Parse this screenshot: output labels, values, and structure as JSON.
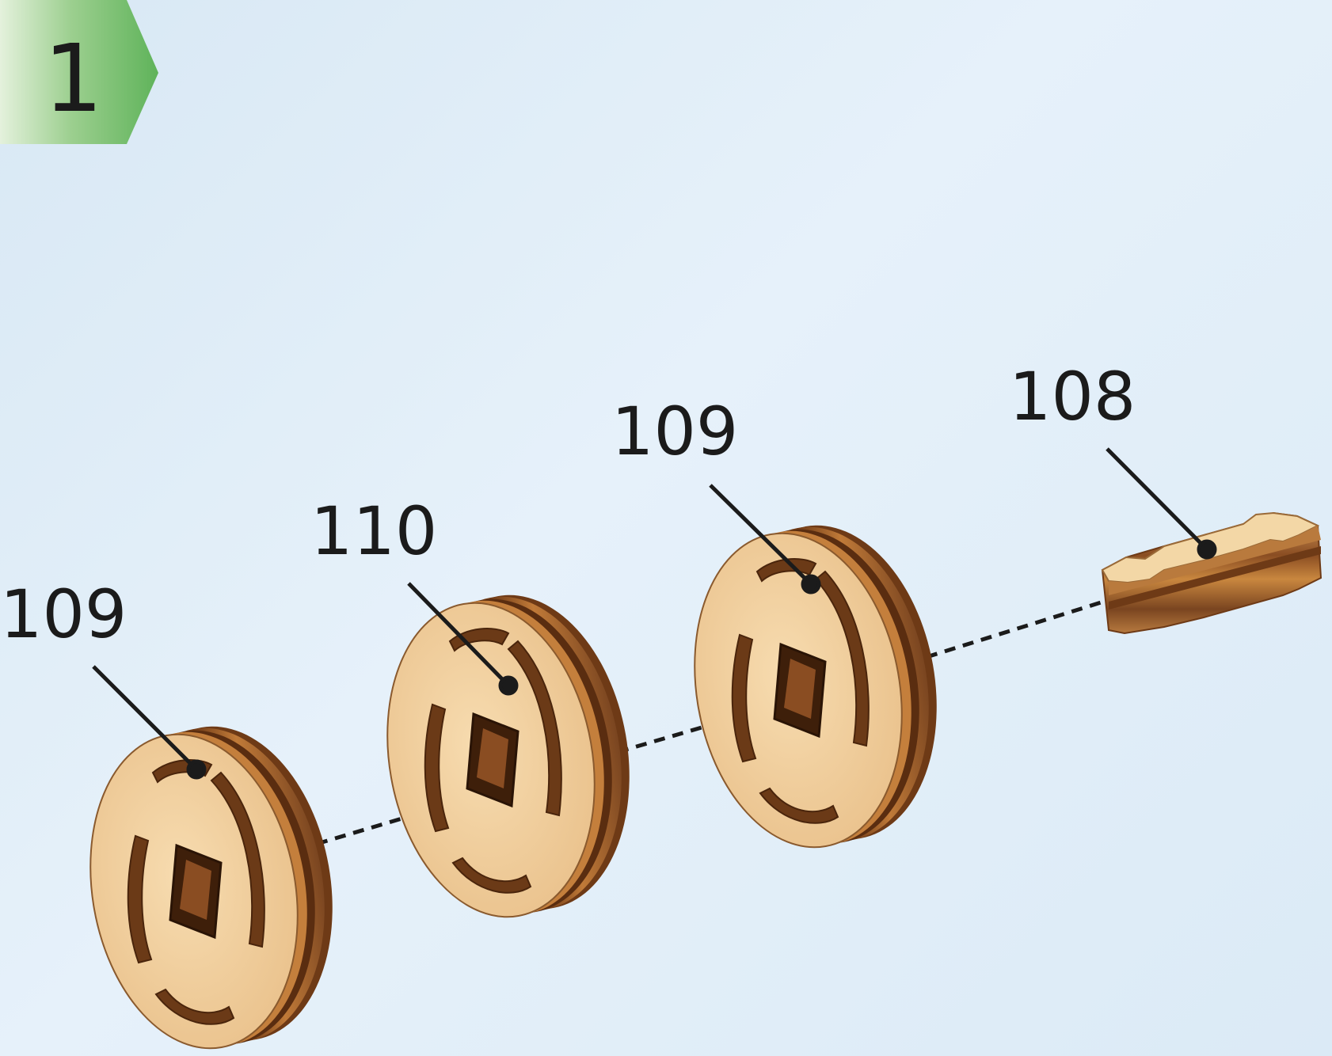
{
  "step": {
    "number": "1",
    "badge_color": "#5fb35a"
  },
  "parts": [
    {
      "label": "109",
      "kind": "pulley-wheel"
    },
    {
      "label": "110",
      "kind": "pulley-wheel"
    },
    {
      "label": "109",
      "kind": "pulley-wheel"
    },
    {
      "label": "108",
      "kind": "axle-block"
    }
  ],
  "colors": {
    "wood_face": "#f1cf9c",
    "wood_dark": "#7a4520",
    "wood_mid": "#b87a3f",
    "leader_line": "#1b1b1b"
  }
}
